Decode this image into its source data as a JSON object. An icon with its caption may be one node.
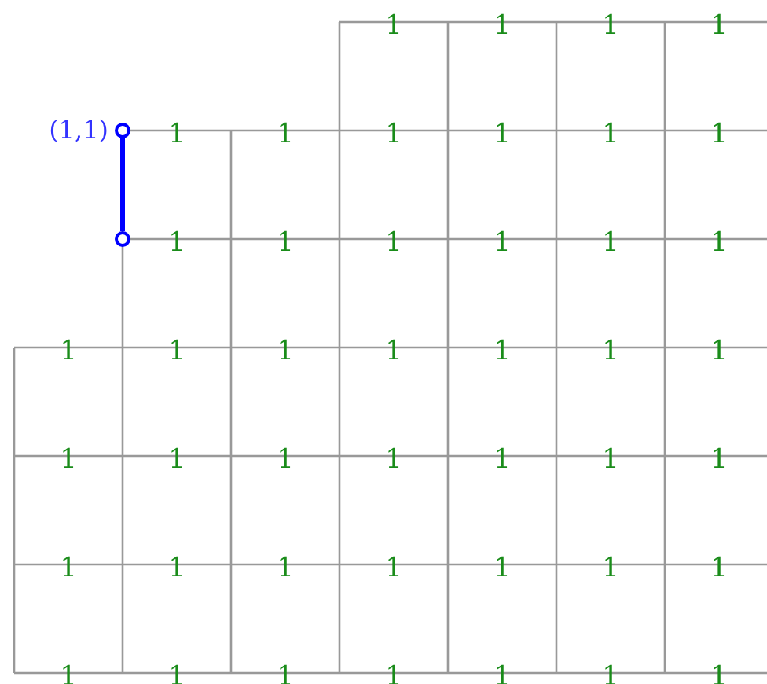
{
  "diagram": {
    "nodes": [
      {
        "text": [],
        "shape": "circle",
        "beside": [
          "(1,1)"
        ]
      },
      {
        "text": [],
        "shape": "circle"
      }
    ],
    "edges": [
      {
        "from": 0,
        "to": 1,
        "arrow": "none",
        "color": "#0000ff"
      }
    ],
    "labels": [
      "1",
      "1",
      "1",
      "1",
      "1",
      "1",
      "1",
      "1",
      "1",
      "1",
      "1",
      "1",
      "1",
      "1",
      "1",
      "1",
      "1",
      "1",
      "1",
      "1",
      "1",
      "1",
      "1",
      "1",
      "1",
      "1",
      "1",
      "1",
      "1",
      "1",
      "1",
      "1",
      "1",
      "1",
      "1",
      "1",
      "1",
      "1",
      "1",
      "1",
      "1",
      "1",
      "1",
      "1"
    ]
  }
}
